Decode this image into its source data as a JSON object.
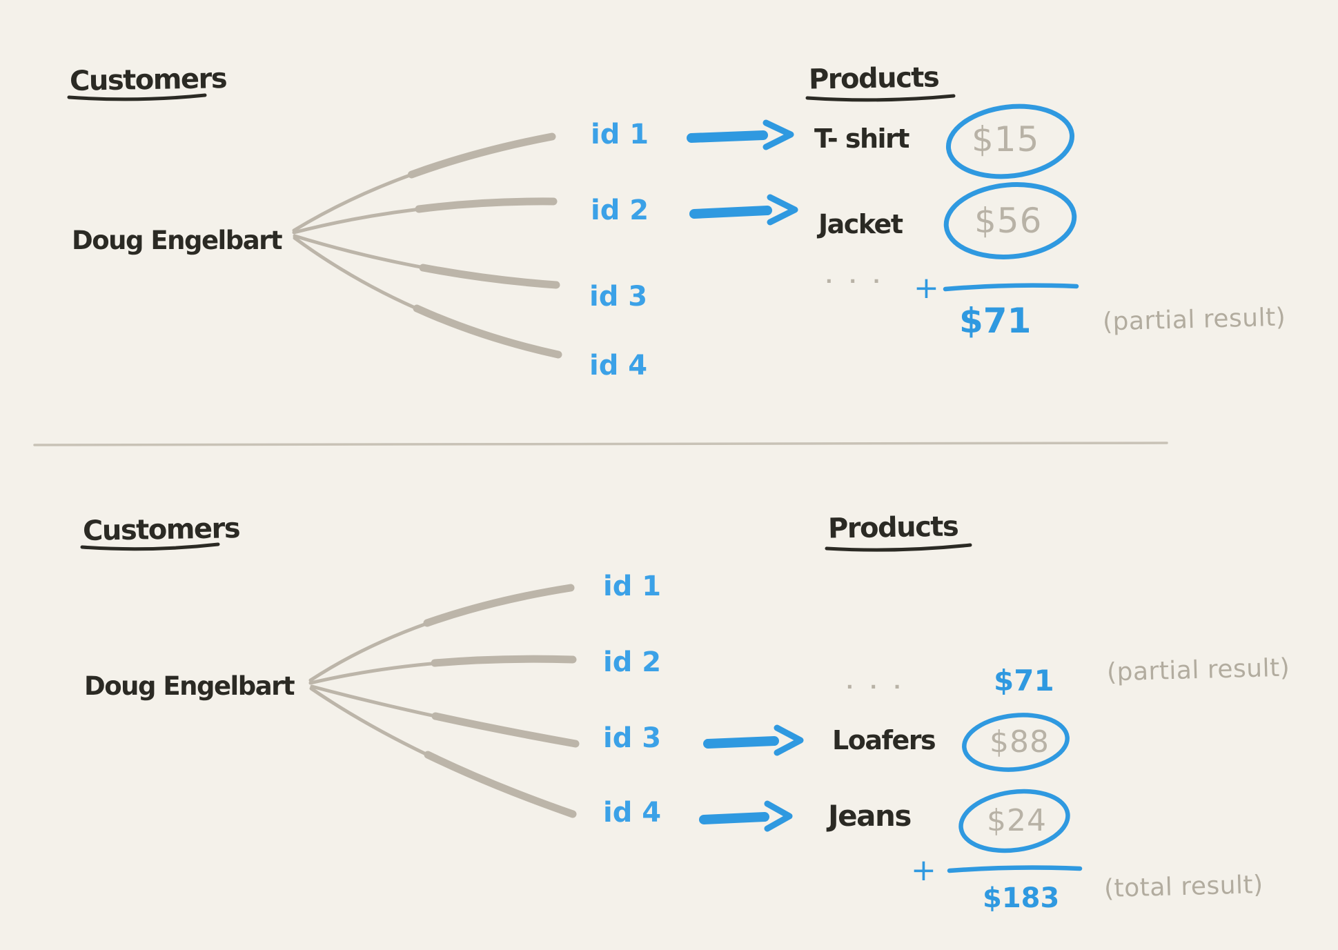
{
  "colors": {
    "background": "#f4f1ea",
    "ink_black": "#2b2a24",
    "ink_blue": "#2f99e0",
    "id_blue": "#3ba1e7",
    "fan_gray": "#bcb5a9",
    "price_gray": "#b8b2a6",
    "note_gray": "#b2ac9f",
    "divider_gray": "#c8c2b6"
  },
  "top": {
    "customers_heading": "Customers",
    "products_heading": "Products",
    "customer_name": "Doug Engelbart",
    "ids": [
      "id 1",
      "id 2",
      "id 3",
      "id 4"
    ],
    "mappings": [
      {
        "id": "id 1",
        "product": "T- shirt",
        "price": "$15"
      },
      {
        "id": "id 2",
        "product": "Jacket",
        "price": "$56"
      }
    ],
    "ellipsis": "· · ·",
    "plus_sign": "+",
    "subtotal": "$71",
    "annotation": "(partial result)"
  },
  "bottom": {
    "customers_heading": "Customers",
    "products_heading": "Products",
    "customer_name": "Doug Engelbart",
    "ids": [
      "id 1",
      "id 2",
      "id 3",
      "id 4"
    ],
    "ellipsis": "· · ·",
    "carried_subtotal": "$71",
    "carried_annotation": "(partial result)",
    "mappings": [
      {
        "id": "id 3",
        "product": "Loafers",
        "price": "$88"
      },
      {
        "id": "id 4",
        "product": "Jeans",
        "price": "$24"
      }
    ],
    "plus_sign": "+",
    "total": "$183",
    "annotation": "(total result)"
  }
}
